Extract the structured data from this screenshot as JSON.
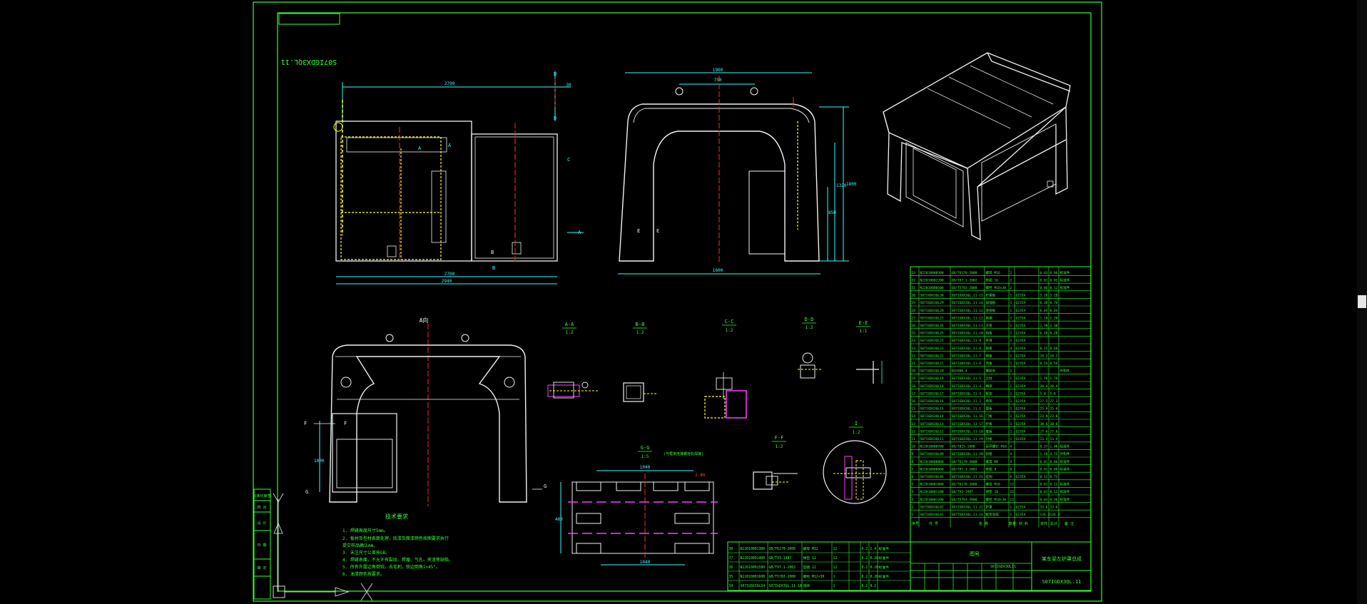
{
  "colors": {
    "background": "#000000",
    "frame": "#33ff33",
    "part": "#f2f2f2",
    "dimension": "#33ffff",
    "centerline": "#ff2a2a",
    "hatch": "#ff40ff",
    "weld": "#ffff33",
    "table_text": "#33ff33"
  },
  "drawing": {
    "drawing_number": "S07IGDX3QL.11",
    "part_title": "某车梁左护罩总成",
    "title_block_mark": "图号",
    "title_block_number": "S07IGDX3QL11",
    "technical_requirements_heading": "技术要求",
    "technical_requirements": [
      "1. 焊缝高度尺寸5mm。",
      "2. 板材及型材表面处理，底漆及面漆颜色按图要求执行",
      "   提交样品确认mm。",
      "3. 未注尺寸公差按GB。",
      "4. 焊缝表面，不允许有裂纹、焊瘤、气孔、夹渣等缺陷。",
      "5. 所有外露边角倒钝，去毛刺，锐边倒角1×45°。",
      "6. 油漆颜色按要求。"
    ]
  },
  "dimensions": {
    "front_top": "2790",
    "front_right": "30",
    "front_bottom": "2700",
    "front_bottom2": "2940",
    "front_mid_label": "B",
    "side_top": "1900",
    "side_inner": "750",
    "side_bottom": "1600",
    "side_h1": "1320",
    "side_h2": "1800",
    "side_h3": "850",
    "plan_left": "1000",
    "gg_top": "1040",
    "gg_bottom": "1040",
    "gg_left": "480"
  },
  "view_labels": {
    "top_view": "A向",
    "section_aa": "A-A",
    "section_bb": "B-B",
    "section_cc": "C-C",
    "section_dd": "D-D",
    "section_ee": "E-E",
    "section_ff": "F-F",
    "section_gg": "G-G",
    "detail_i": "I",
    "scale_aa": "1:2",
    "scale_bb": "1:2",
    "scale_cc": "1:2",
    "scale_dd": "1:2",
    "scale_ee": "1:1",
    "scale_ff": "1:2",
    "scale_gg": "1:5",
    "scale_i": "1:2",
    "gg_note": "(与框架连接螺栓处焊接)",
    "gg_tag": "2-Φ8",
    "cut_a": "A",
    "cut_b": "B",
    "cut_c": "C",
    "cut_d": "D",
    "cut_e": "E",
    "cut_f": "F",
    "cut_g": "G"
  },
  "side_stamps": [
    "标准化审查",
    "校 对",
    "设 计",
    "日 期",
    "审 定"
  ],
  "bom_main": [
    {
      "no": "33",
      "code": "N22010000300",
      "std": "GB/T6170-2000",
      "name": "螺母 M16",
      "qty": "2",
      "w1": "0.03",
      "w2": "0.06",
      "note": "标准件"
    },
    {
      "no": "32",
      "code": "N22010002200",
      "std": "GB/T97.1-2002",
      "name": "垫圈 16",
      "qty": "2",
      "w1": "0.01",
      "w2": "0.02",
      "note": "标准件"
    },
    {
      "no": "31",
      "code": "N22010000500",
      "std": "GB/T5783-2000",
      "name": "螺栓 M16×30",
      "qty": "2",
      "w1": "0.06",
      "w2": "0.12",
      "note": "标准件"
    },
    {
      "no": "30",
      "code": "S07IGDX3QL30",
      "std": "S07IGDX3QL.11-15",
      "name": "护罩板",
      "qty": "1",
      "mat": "Q235A",
      "w1": "5.20",
      "w2": "5.20",
      "note": ""
    },
    {
      "no": "29",
      "code": "S07IGDX3QL29",
      "std": "S07IGDX3QL.11-14",
      "name": "加强板",
      "qty": "2",
      "mat": "Q235A",
      "w1": "0.38",
      "w2": "0.76",
      "note": ""
    },
    {
      "no": "28",
      "code": "S07IGDX3QL28",
      "std": "S07IGDX3QL.11-13",
      "name": "连接板",
      "qty": "1",
      "mat": "Q235A",
      "w1": "0.84",
      "w2": "0.84",
      "note": ""
    },
    {
      "no": "27",
      "code": "S07IGDX3QL27",
      "std": "S07IGDX3QL.11-12",
      "name": "角钢",
      "qty": "2",
      "mat": "Q235A",
      "w1": "1.10",
      "w2": "2.20",
      "note": ""
    },
    {
      "no": "26",
      "code": "S07IGDX3QL26",
      "std": "S07IGDX3QL.11-11",
      "name": "方管",
      "qty": "1",
      "mat": "Q235A",
      "w1": "2.30",
      "w2": "2.30",
      "note": ""
    },
    {
      "no": "25",
      "code": "S07IGDX3QL25",
      "std": "S07IGDX3QL.11-10",
      "name": "挡板",
      "qty": "1",
      "mat": "Q235A",
      "w1": "6.20",
      "w2": "6.20",
      "note": ""
    },
    {
      "no": "24",
      "code": "S07IGDX3QL24",
      "std": "S07IGDX3QL.11-9",
      "name": "吊耳",
      "qty": "2",
      "mat": "Q235A",
      "w1": "",
      "w2": "",
      "note": ""
    },
    {
      "no": "23",
      "code": "S07IGDX3QL23",
      "std": "S07IGDX3QL.11-8",
      "name": "筋板",
      "qty": "4",
      "mat": "Q235A",
      "w1": "0.15",
      "w2": "0.60",
      "note": ""
    },
    {
      "no": "22",
      "code": "S07IGDX3QL22",
      "std": "S07IGDX3QL.11-7",
      "name": "侧板",
      "qty": "1",
      "mat": "Q235A",
      "w1": "18.2",
      "w2": "18.2",
      "note": ""
    },
    {
      "no": "21",
      "code": "S07IGDX3QL21",
      "std": "S07IGDX3QL.11-6",
      "name": "顶板",
      "qty": "1",
      "mat": "Q235A",
      "w1": "0.54",
      "w2": "0.54",
      "note": ""
    },
    {
      "no": "20",
      "code": "S07IGDX3QL20",
      "std": "HG5906-4",
      "name": "橡胶条",
      "qty": "1",
      "mat": "",
      "w1": "",
      "w2": "",
      "note": "外购件"
    },
    {
      "no": "19",
      "code": "S07IGDX3QL19",
      "std": "S07IGDX3QL.11-5",
      "name": "立柱",
      "qty": "1",
      "mat": "Q235A",
      "w1": "1.76",
      "w2": "1.76",
      "note": ""
    },
    {
      "no": "18",
      "code": "S07IGDX3QL18",
      "std": "S07IGDX3QL.11-4",
      "name": "横梁",
      "qty": "1",
      "mat": "Q235A",
      "w1": "20.4",
      "w2": "20.4",
      "note": ""
    },
    {
      "no": "17",
      "code": "S07IGDX3QL17",
      "std": "S07IGDX3QL.11-3",
      "name": "框架",
      "qty": "1",
      "mat": "Q235A",
      "w1": "5.8",
      "w2": "5.8",
      "note": ""
    },
    {
      "no": "16",
      "code": "S07IGDX3QL16",
      "std": "S07IGDX3QL.11-2",
      "name": "骨架",
      "qty": "1",
      "mat": "Q235A",
      "w1": "27.3",
      "w2": "27.3",
      "note": ""
    },
    {
      "no": "15",
      "code": "S07IGDX3QL15",
      "std": "S07IGDX3QL.11-1",
      "name": "面板",
      "qty": "1",
      "mat": "Q235A",
      "w1": "25.4",
      "w2": "25.4",
      "note": ""
    },
    {
      "no": "14",
      "code": "S07IGDX3QL14",
      "std": "S07IGDX3QL.11-16",
      "name": "门板",
      "qty": "1",
      "mat": "Q235A",
      "w1": "23.8",
      "w2": "23.8",
      "note": ""
    },
    {
      "no": "13",
      "code": "S07IGDX3QL13",
      "std": "S07IGDX3QL.11-17",
      "name": "护板",
      "qty": "1",
      "mat": "Q235A",
      "w1": "38.6",
      "w2": "38.6",
      "note": ""
    },
    {
      "no": "12",
      "code": "S07IGDX3QL12",
      "std": "S07IGDX3QL.11-18",
      "name": "底板",
      "qty": "1",
      "mat": "Q235A",
      "w1": "27.6",
      "w2": "27.6",
      "note": ""
    },
    {
      "no": "11",
      "code": "S07IGDX3QL11",
      "std": "S07IGDX3QL.11-19",
      "name": "封板",
      "qty": "1",
      "mat": "Q235A",
      "w1": "13.4",
      "w2": "13.4",
      "note": ""
    },
    {
      "no": "10",
      "code": "N22010000700",
      "std": "GB/T825-1988",
      "name": "吊环螺钉 M16",
      "qty": "4",
      "mat": "",
      "w1": "0.37",
      "w2": "1.48",
      "note": "标准件"
    },
    {
      "no": "9",
      "code": "S07IGDX3QL09",
      "std": "S07IGDX3QL.11-20",
      "name": "铰链",
      "qty": "4",
      "mat": "",
      "w1": "1.18",
      "w2": "4.72",
      "note": "外购件"
    },
    {
      "no": "8",
      "code": "N22010000800",
      "std": "GB/T6170-2000",
      "name": "螺母 M8",
      "qty": "4",
      "mat": "",
      "w1": "0.01",
      "w2": "0.04",
      "note": "标准件"
    },
    {
      "no": "7",
      "code": "N22010000900",
      "std": "GB/T97.1-2002",
      "name": "垫圈 8",
      "qty": "8",
      "mat": "",
      "w1": "0.01",
      "w2": "0.08",
      "note": "标准件"
    },
    {
      "no": "6",
      "code": "S07IGDX3QL06",
      "std": "S07IGDX3QL.11-21",
      "name": "挂钩",
      "qty": "6",
      "mat": "Q235A",
      "w1": "0.12",
      "w2": "0.72",
      "note": ""
    },
    {
      "no": "5",
      "code": "N22010001000",
      "std": "GB/T6170-2000",
      "name": "螺母 M10",
      "qty": "12",
      "mat": "",
      "w1": "0.01",
      "w2": "0.12",
      "note": "标准件"
    },
    {
      "no": "4",
      "code": "N22010001100",
      "std": "GB/T93-1987",
      "name": "弹垫 10",
      "qty": "12",
      "mat": "",
      "w1": "0.01",
      "w2": "0.12",
      "note": "标准件"
    },
    {
      "no": "3",
      "code": "N22010001200",
      "std": "GB/T5783-2000",
      "name": "螺栓 M10×30",
      "qty": "12",
      "mat": "",
      "w1": "0.03",
      "w2": "0.36",
      "note": "标准件"
    },
    {
      "no": "2",
      "code": "S07IGDX3QL02",
      "std": "S07IGDX3QL.11-22",
      "name": "护罩",
      "qty": "1",
      "mat": "Q235A",
      "w1": "33.6",
      "w2": "33.6",
      "note": ""
    },
    {
      "no": "1",
      "code": "S07IGDX3QL01",
      "std": "S07IGDX3QL.11-23",
      "name": "框架总成",
      "qty": "1",
      "mat": "Q235A",
      "w1": "126.3",
      "w2": "126.3",
      "note": ""
    }
  ],
  "bom_main_header": [
    "序号",
    "代 号",
    "名 称",
    "数量",
    "材 料",
    "单件",
    "总计",
    "备 注"
  ],
  "bom_bottom": [
    {
      "no": "38",
      "code": "N22010001300",
      "std": "GB/T6170-2000",
      "name": "螺母 M12",
      "qty": "12",
      "w1": "0.2",
      "w2": "2.4",
      "note": "标准件"
    },
    {
      "no": "37",
      "code": "N22010001400",
      "std": "GB/T93-1987",
      "name": "弹垫 12",
      "qty": "12",
      "w1": "0.2",
      "w2": "0.26",
      "note": "标准件"
    },
    {
      "no": "36",
      "code": "N22010001500",
      "std": "GB/T97.1-2002",
      "name": "垫圈 12",
      "qty": "12",
      "w1": "0.2",
      "w2": "0.26",
      "note": "标准件"
    },
    {
      "no": "35",
      "code": "N22010001600",
      "std": "GB/T5783-2000",
      "name": "螺栓 M12×30",
      "qty": "1",
      "w1": "0.2",
      "w2": "0.26",
      "note": "标准件"
    },
    {
      "no": "34",
      "code": "S07IGDX3QL34",
      "std": "S07IGDX3QL.11-18",
      "name": "铭牌",
      "qty": "1",
      "w1": "0.2",
      "w2": "0.2",
      "note": ""
    }
  ]
}
